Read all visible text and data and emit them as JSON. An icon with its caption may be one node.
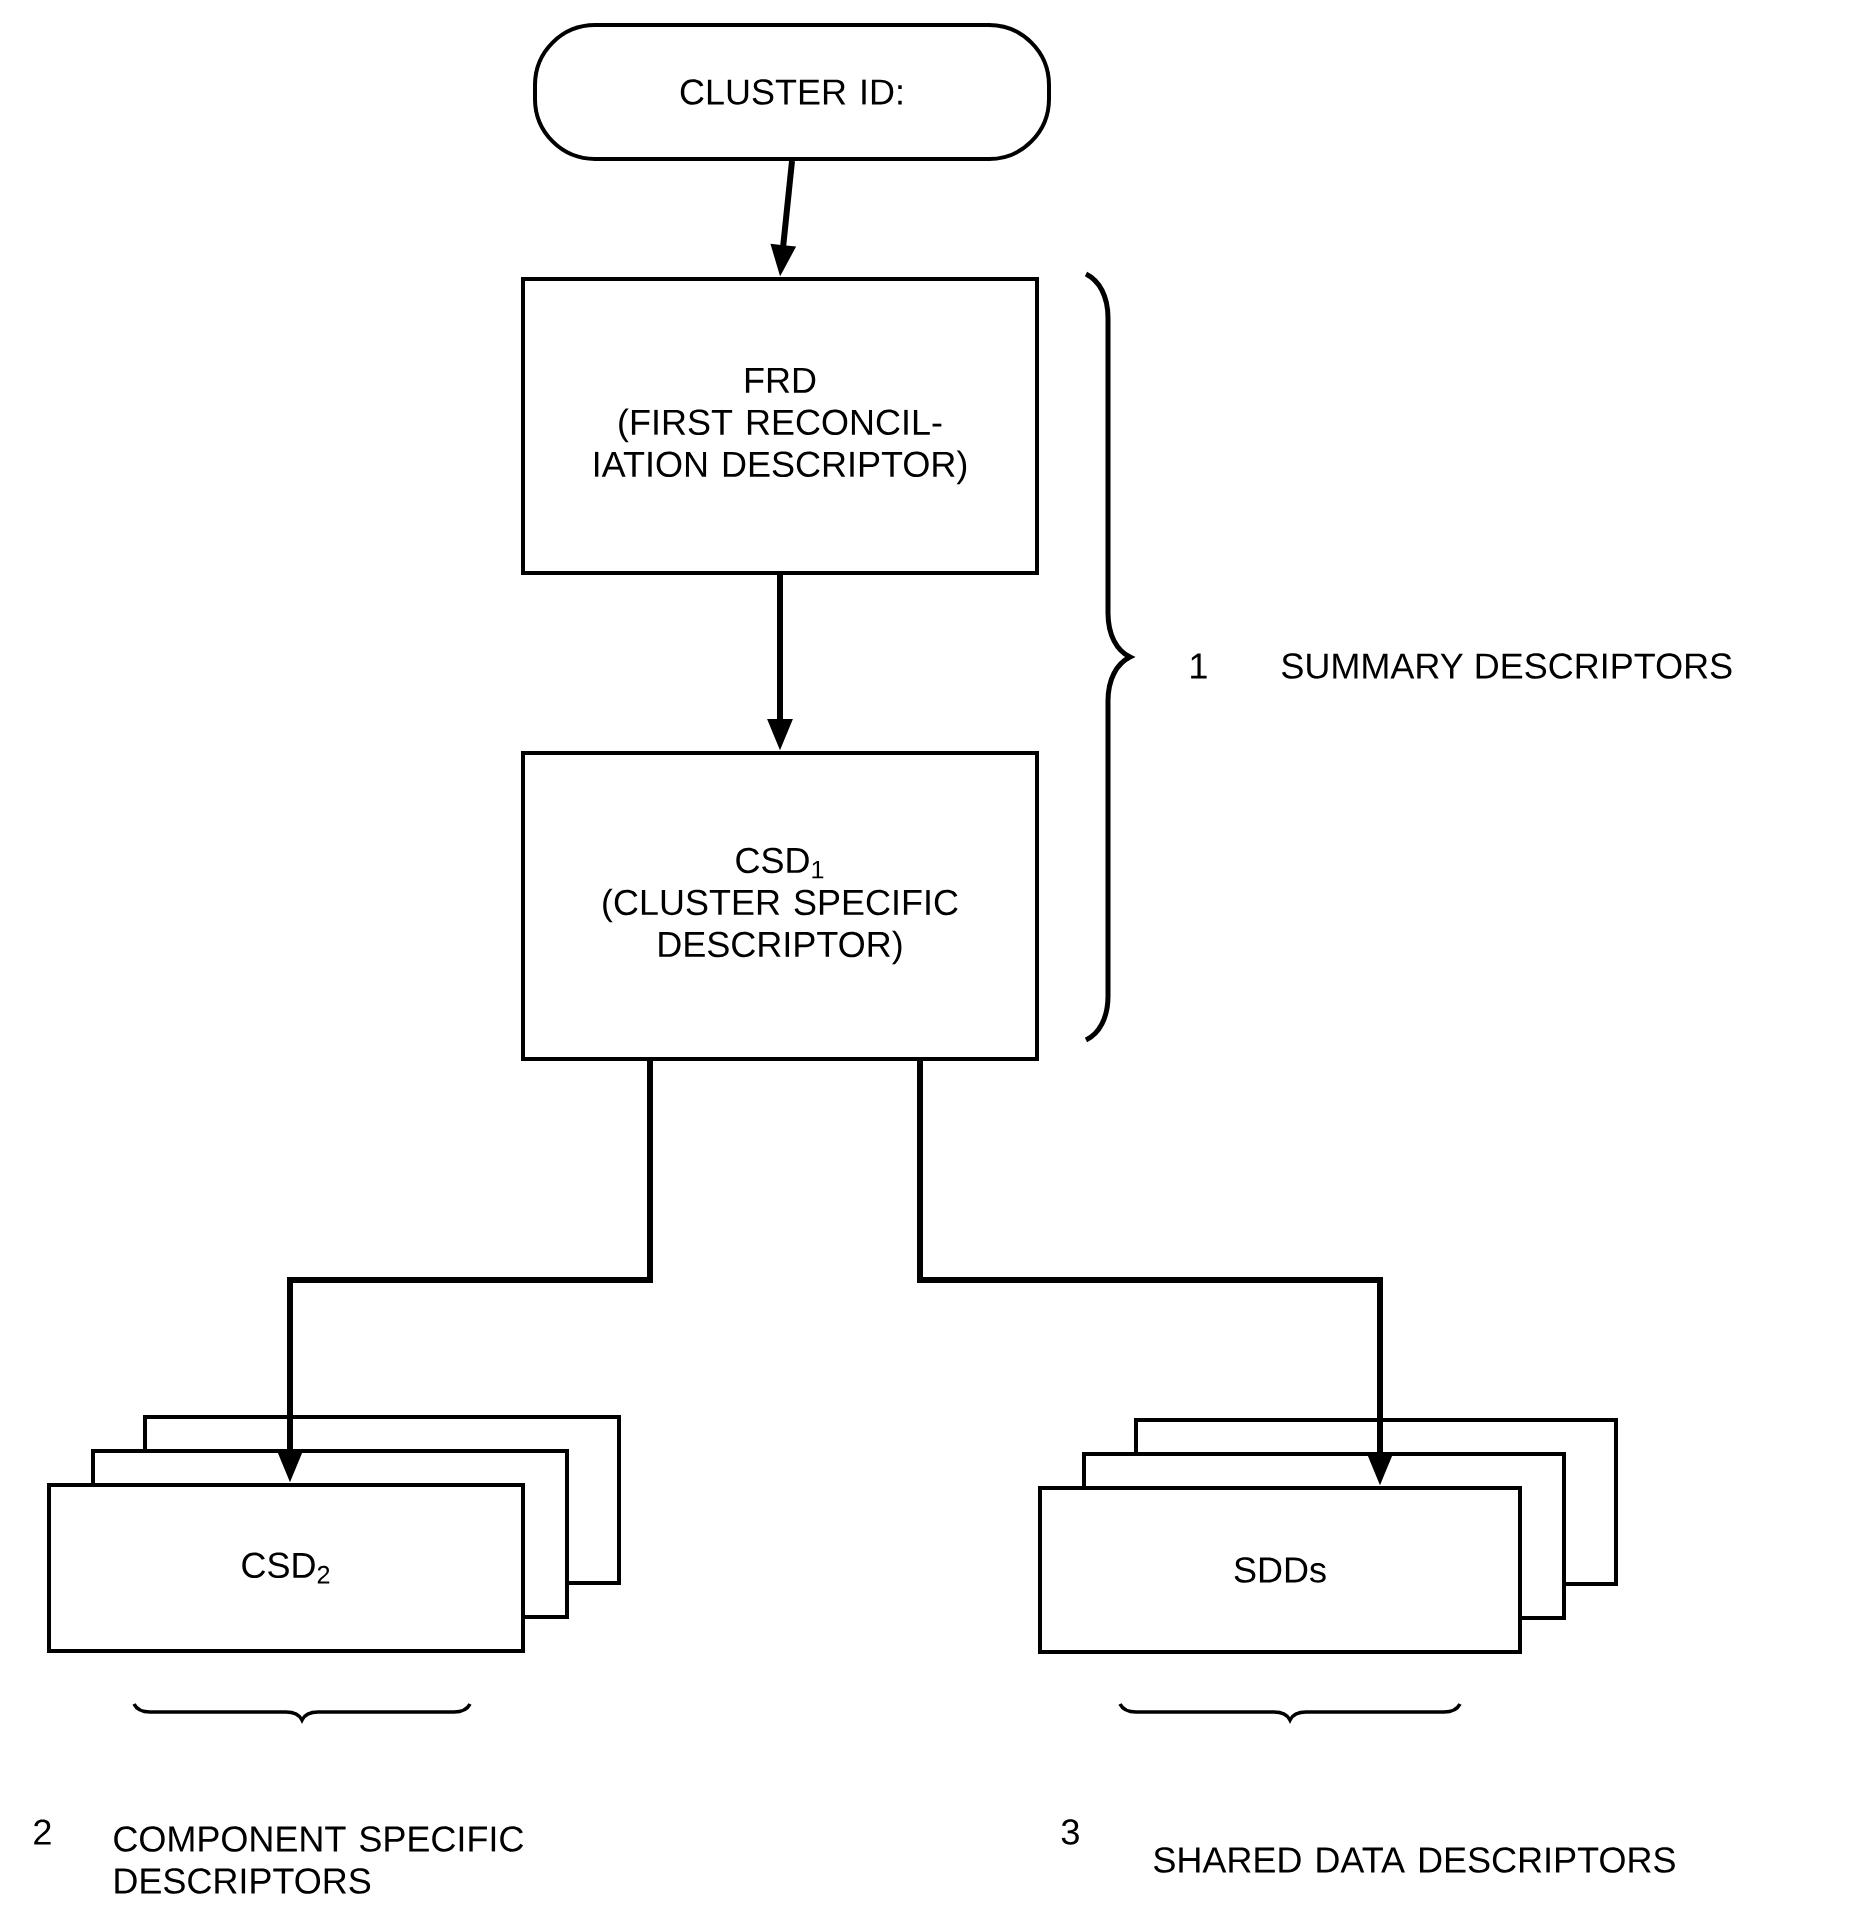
{
  "diagram": {
    "nodes": [
      {
        "text": [
          "CLUSTER ID:"
        ]
      },
      {
        "text": [
          "FRD",
          "(FIRST RECONCIL- IATION DESCRIPTOR)"
        ]
      },
      {
        "text": [
          "CSD$_{1}$",
          "(CLUSTER SPECIFIC DESCRIPTOR)"
        ]
      },
      {
        "text": [
          "CSD$_{2}$"
        ]
      },
      {
        "text": [
          "SDDs"
        ]
      }
    ],
    "edges": [
      {
        "from": 0,
        "to": 1,
        "arrow": "to"
      },
      {
        "from": 1,
        "to": 2,
        "arrow": "to"
      },
      {
        "from": 2,
        "to": 3,
        "arrow": "to"
      },
      {
        "from": 2,
        "to": 4,
        "arrow": "to"
      }
    ],
    "labels": [
      "1",
      "SUMMARY DESCRIPTORS",
      "2",
      "COMPONENT SPECIFIC DESCRIPTORS",
      "3",
      "SHARED DATA DESCRIPTORS"
    ]
  }
}
